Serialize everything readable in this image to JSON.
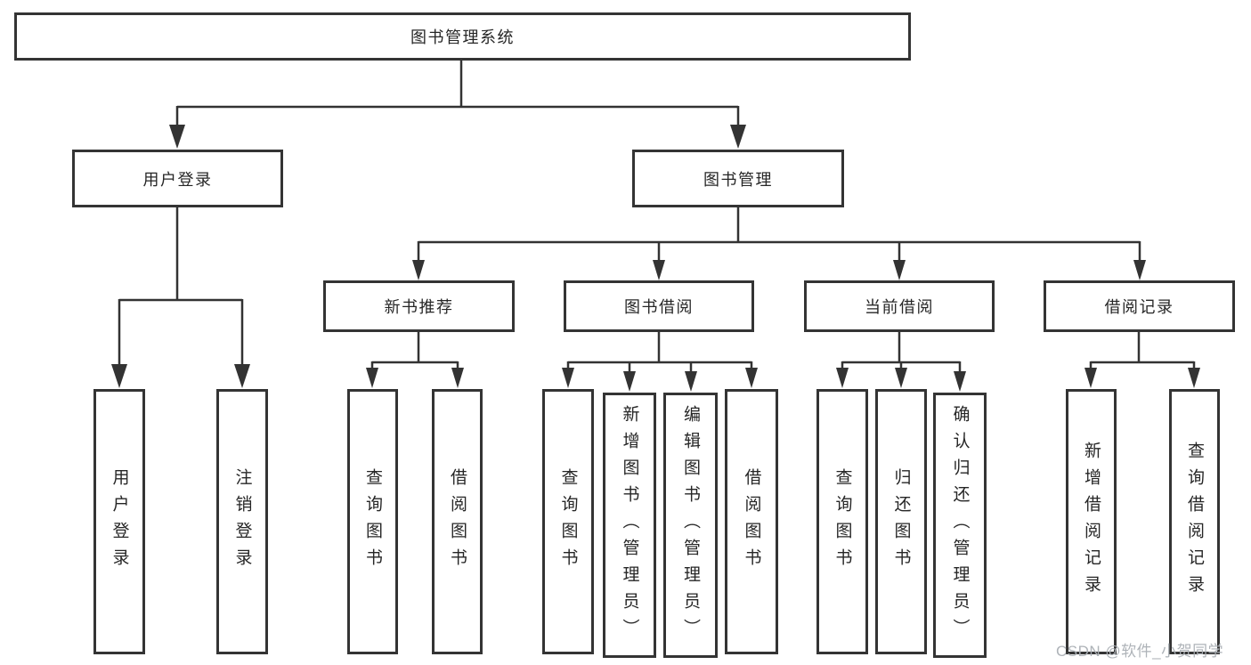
{
  "nodes": {
    "root": "图书管理系统",
    "user_login": "用户登录",
    "book_mgmt": "图书管理",
    "new_book_rec": "新书推荐",
    "book_borrow": "图书借阅",
    "current_borrow": "当前借阅",
    "borrow_records": "借阅记录"
  },
  "leaves": {
    "ul1": "用户登录",
    "ul2": "注销登录",
    "nb1": "查询图书",
    "nb2": "借阅图书",
    "bb1": "查询图书",
    "bb2": "新增图书（管理员）",
    "bb3": "编辑图书（管理员）",
    "bb4": "借阅图书",
    "cb1": "查询图书",
    "cb2": "归还图书",
    "cb3": "确认归还（管理员）",
    "br1": "新增借阅记录",
    "br2": "查询借阅记录"
  },
  "watermark": "CSDN @软件_小贺同学",
  "colors": {
    "line": "#333333",
    "box_border": "#343434",
    "text": "#262626",
    "background": "#ffffff",
    "watermark": "#aaafb4"
  }
}
